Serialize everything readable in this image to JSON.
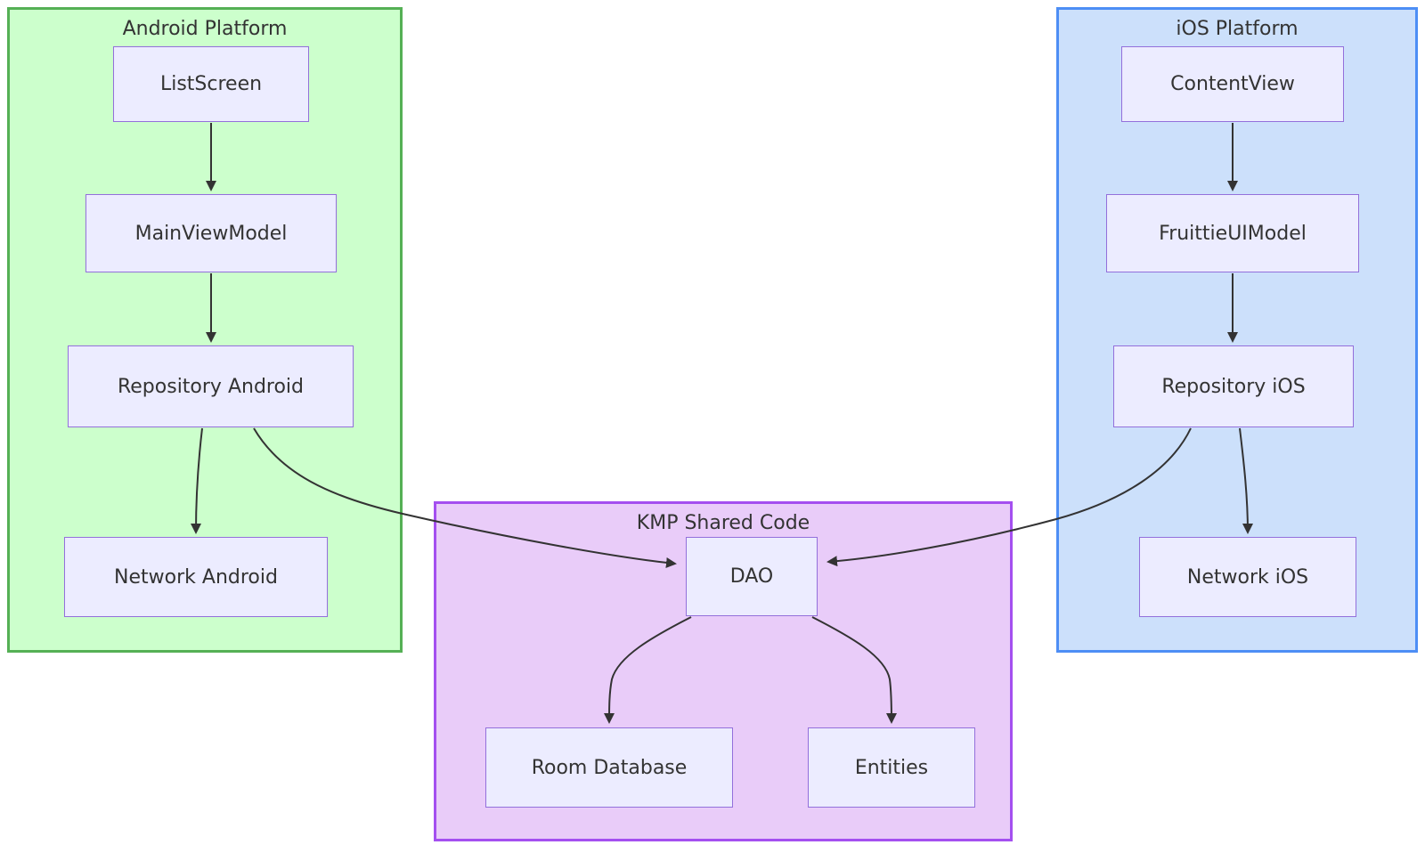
{
  "diagram_type": "flowchart",
  "groups": {
    "android": {
      "title": "Android Platform"
    },
    "ios": {
      "title": "iOS Platform"
    },
    "kmp": {
      "title": "KMP Shared Code"
    }
  },
  "nodes": {
    "list_screen": {
      "label": "ListScreen",
      "group": "Android Platform"
    },
    "main_view_model": {
      "label": "MainViewModel",
      "group": "Android Platform"
    },
    "repository_android": {
      "label": "Repository Android",
      "group": "Android Platform"
    },
    "network_android": {
      "label": "Network Android",
      "group": "Android Platform"
    },
    "content_view": {
      "label": "ContentView",
      "group": "iOS Platform"
    },
    "fruittie_ui_model": {
      "label": "FruittieUIModel",
      "group": "iOS Platform"
    },
    "repository_ios": {
      "label": "Repository iOS",
      "group": "iOS Platform"
    },
    "network_ios": {
      "label": "Network iOS",
      "group": "iOS Platform"
    },
    "dao": {
      "label": "DAO",
      "group": "KMP Shared Code"
    },
    "room_database": {
      "label": "Room Database",
      "group": "KMP Shared Code"
    },
    "entities": {
      "label": "Entities",
      "group": "KMP Shared Code"
    }
  },
  "edges": [
    {
      "from": "ListScreen",
      "to": "MainViewModel"
    },
    {
      "from": "MainViewModel",
      "to": "Repository Android"
    },
    {
      "from": "Repository Android",
      "to": "Network Android"
    },
    {
      "from": "Repository Android",
      "to": "DAO"
    },
    {
      "from": "ContentView",
      "to": "FruittieUIModel"
    },
    {
      "from": "FruittieUIModel",
      "to": "Repository iOS"
    },
    {
      "from": "Repository iOS",
      "to": "Network iOS"
    },
    {
      "from": "Repository iOS",
      "to": "DAO"
    },
    {
      "from": "DAO",
      "to": "Room Database"
    },
    {
      "from": "DAO",
      "to": "Entities"
    }
  ],
  "colors": {
    "android_fill": "#ccffcc",
    "android_border": "#55b055",
    "ios_fill": "#cce0fb",
    "ios_border": "#4d8ef5",
    "kmp_fill": "#e9ccf9",
    "kmp_border": "#a44ff0",
    "node_fill": "#ececff",
    "node_border": "#9370db",
    "edge": "#333333",
    "text": "#333333"
  }
}
